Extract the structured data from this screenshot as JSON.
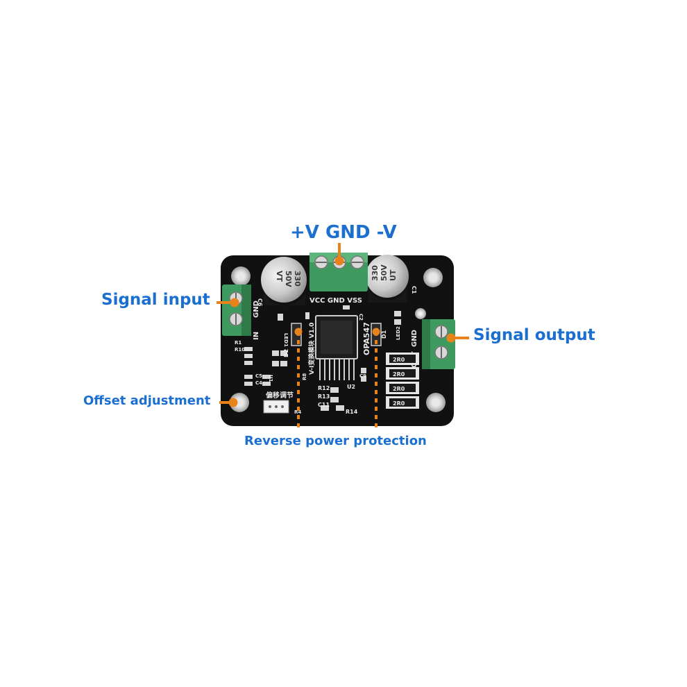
{
  "colors": {
    "callout_text": "#1a6fd0",
    "leader": "#e8831c",
    "pcb": "#111111",
    "terminal": "#3f9a5f"
  },
  "callouts": {
    "power_terminals": "+V GND -V",
    "signal_input": "Signal input",
    "signal_output": "Signal output",
    "offset_adjustment": "Offset adjustment",
    "reverse_power_protection": "Reverse power protection"
  },
  "board": {
    "power_header": "VCC GND VSS",
    "input_in": "IN",
    "input_gnd": "GND",
    "output_out": "OUT",
    "output_gnd": "GND",
    "chip": "OPA547",
    "module_name": "V-I变换模块 V1.0",
    "offset_label": "偏移调节",
    "capacitor_left": [
      "330",
      "50V",
      "VT"
    ],
    "capacitor_right": [
      "330",
      "50V",
      "UT"
    ],
    "resistor_marking": "2R0",
    "refs": {
      "c6": "C6",
      "c1": "C1",
      "d1": "D1",
      "d2": "D2",
      "led1": "LED1",
      "led2": "LED2",
      "r8": "R8",
      "r12": "R12",
      "r13": "R13",
      "c11": "C11",
      "r14": "R14",
      "r4": "R4",
      "u1": "U1",
      "u2": "U2",
      "c5": "C5",
      "c4": "C4",
      "c9": "C9",
      "r1": "R1",
      "r10": "R10",
      "c2": "C2"
    }
  }
}
